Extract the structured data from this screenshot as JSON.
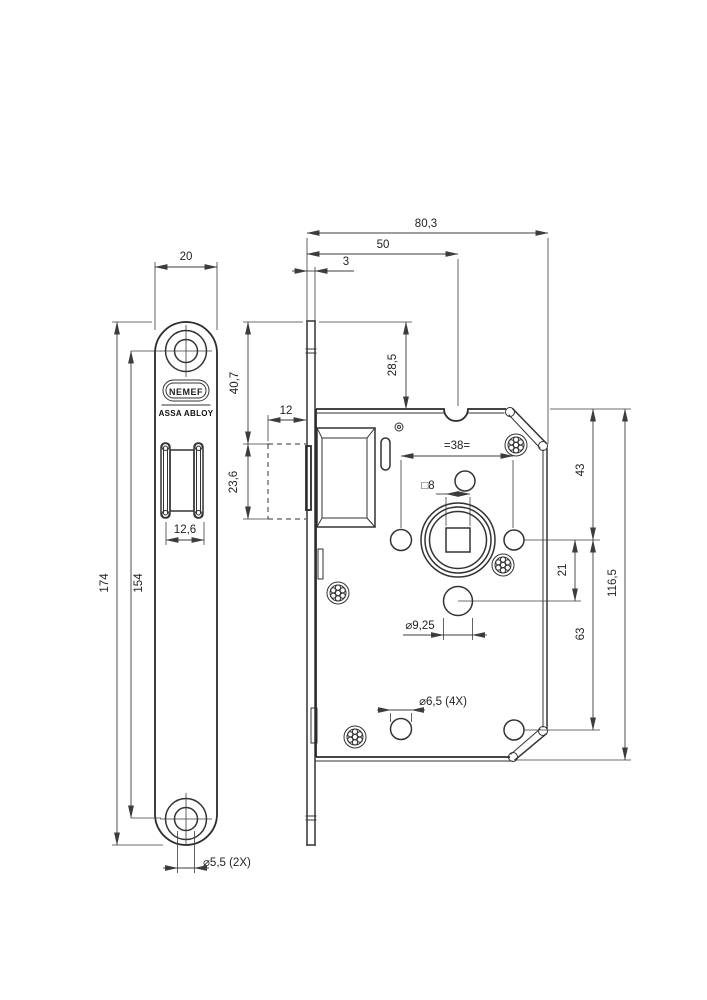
{
  "drawing": {
    "title": "mortise-lock-dimension-drawing",
    "brand": {
      "logo": "NEMEF",
      "parent": "ASSA ABLOY"
    },
    "dims": {
      "overall_depth": "80,3",
      "backset": "50",
      "faceplate_thickness": "3",
      "faceplate_width": "20",
      "top_to_latch": "40,7",
      "latch_height": "23,6",
      "latch_depth": "12",
      "top_offset": "28,5",
      "plate_height": "174",
      "screw_spacing": "154",
      "latch_width": "12,6",
      "plate_screw_dia": "⌀5,5 (2X)",
      "handle_hole_spacing": "=38=",
      "spindle_square": "□8",
      "center_hole_dia": "⌀9,25",
      "fixing_hole_dia": "⌀6,5 (4X)",
      "top_to_spindle": "43",
      "spindle_to_hole": "21",
      "spindle_to_fixing": "63",
      "body_height": "116,5"
    }
  }
}
